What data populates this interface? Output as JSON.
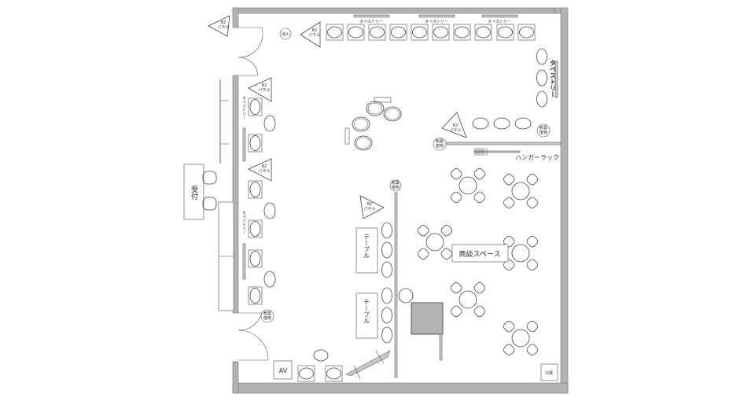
{
  "labels": {
    "tapestry": "タペストリー",
    "b2_panel_1": "B2",
    "b2_panel_2": "パネル",
    "reception": "受付",
    "table": "テーブル",
    "meeting_space": "商談スペース",
    "hanger_rack": "ハンガーラック",
    "av": "AV",
    "fridge": "冷蔵",
    "extinguisher": "消火",
    "plant_1": "観葉",
    "plant_2": "植物"
  },
  "colors": {
    "wall": "#b3b3b3",
    "line": "#444444",
    "fixture": "#b3b3b3"
  }
}
